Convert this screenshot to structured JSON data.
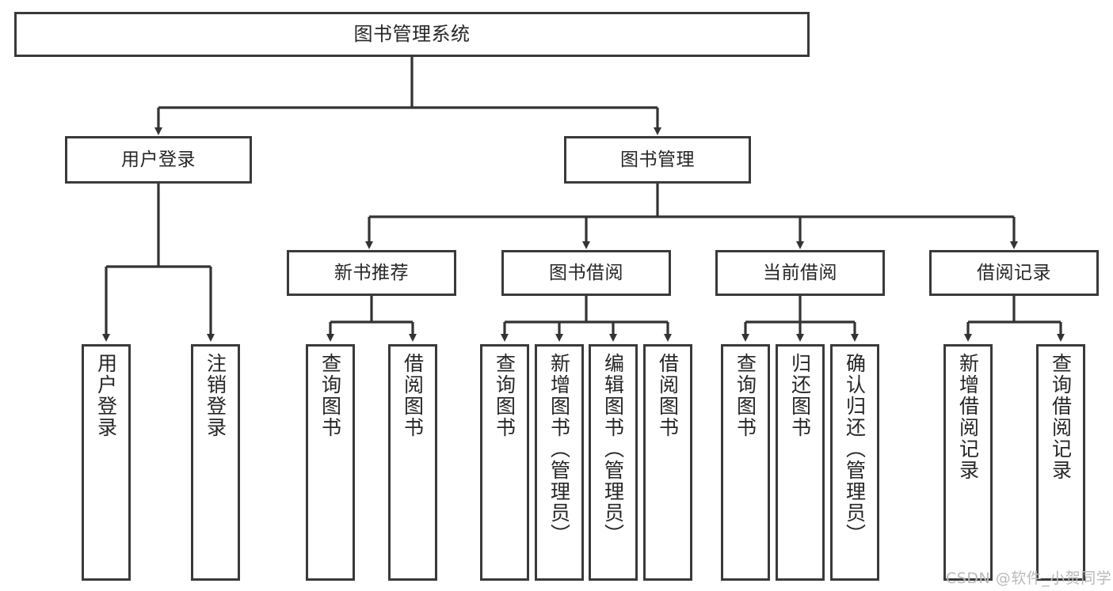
{
  "diagram": {
    "title": "图书管理系统",
    "type": "tree-hierarchy",
    "watermark": "CSDN @软件_小贺同学",
    "colors": {
      "box_border": "#3a3a3a",
      "box_fill": "#ffffff",
      "edge": "#333333",
      "text": "#262626",
      "watermark": "#b9b9b9",
      "background": "#ffffff"
    },
    "root": {
      "label": "图书管理系统"
    },
    "level2": [
      {
        "label": "用户登录"
      },
      {
        "label": "图书管理"
      }
    ],
    "level3": [
      {
        "label": "新书推荐"
      },
      {
        "label": "图书借阅"
      },
      {
        "label": "当前借阅"
      },
      {
        "label": "借阅记录"
      }
    ],
    "leaves": {
      "user_login": [
        {
          "label": "用户登录"
        },
        {
          "label": "注销登录"
        }
      ],
      "new_book_recommend": [
        {
          "label": "查询图书"
        },
        {
          "label": "借阅图书"
        }
      ],
      "book_borrow": [
        {
          "label": "查询图书"
        },
        {
          "label": "新增图书（管理员）"
        },
        {
          "label": "编辑图书（管理员）"
        },
        {
          "label": "借阅图书"
        }
      ],
      "current_borrow": [
        {
          "label": "查询图书"
        },
        {
          "label": "归还图书"
        },
        {
          "label": "确认归还（管理员）"
        }
      ],
      "borrow_records": [
        {
          "label": "新增借阅记录"
        },
        {
          "label": "查询借阅记录"
        }
      ]
    }
  }
}
